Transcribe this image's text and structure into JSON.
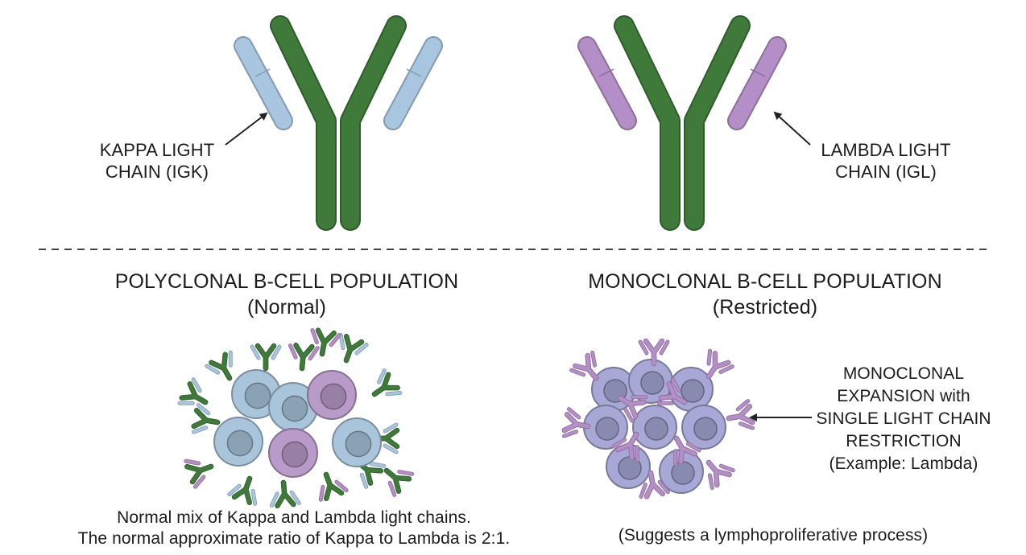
{
  "colors": {
    "heavy_chain": "#3f7a3a",
    "kappa": "#a8c6e0",
    "lambda": "#b48ec6",
    "cell_blue": "#a9c5dc",
    "cell_purple": "#b99bc9",
    "monoclonal_cell": "#a7a8d6",
    "text": "#1c1c1c"
  },
  "labels": {
    "kappa": [
      "KAPPA LIGHT",
      "CHAIN (IGK)"
    ],
    "lambda": [
      "LAMBDA LIGHT",
      "CHAIN (IGL)"
    ]
  },
  "polyclonal": {
    "title": "POLYCLONAL B-CELL POPULATION",
    "subtitle": "(Normal)",
    "caption": [
      "Normal mix of Kappa and Lambda light chains.",
      "The normal approximate ratio of Kappa to Lambda is 2:1."
    ]
  },
  "monoclonal": {
    "title": "MONOCLONAL B-CELL POPULATION",
    "subtitle": "(Restricted)",
    "annotation": [
      "MONOCLONAL",
      "EXPANSION with",
      "SINGLE LIGHT CHAIN",
      "RESTRICTION",
      "(Example: Lambda)"
    ],
    "caption": "(Suggests a lymphoproliferative process)"
  }
}
